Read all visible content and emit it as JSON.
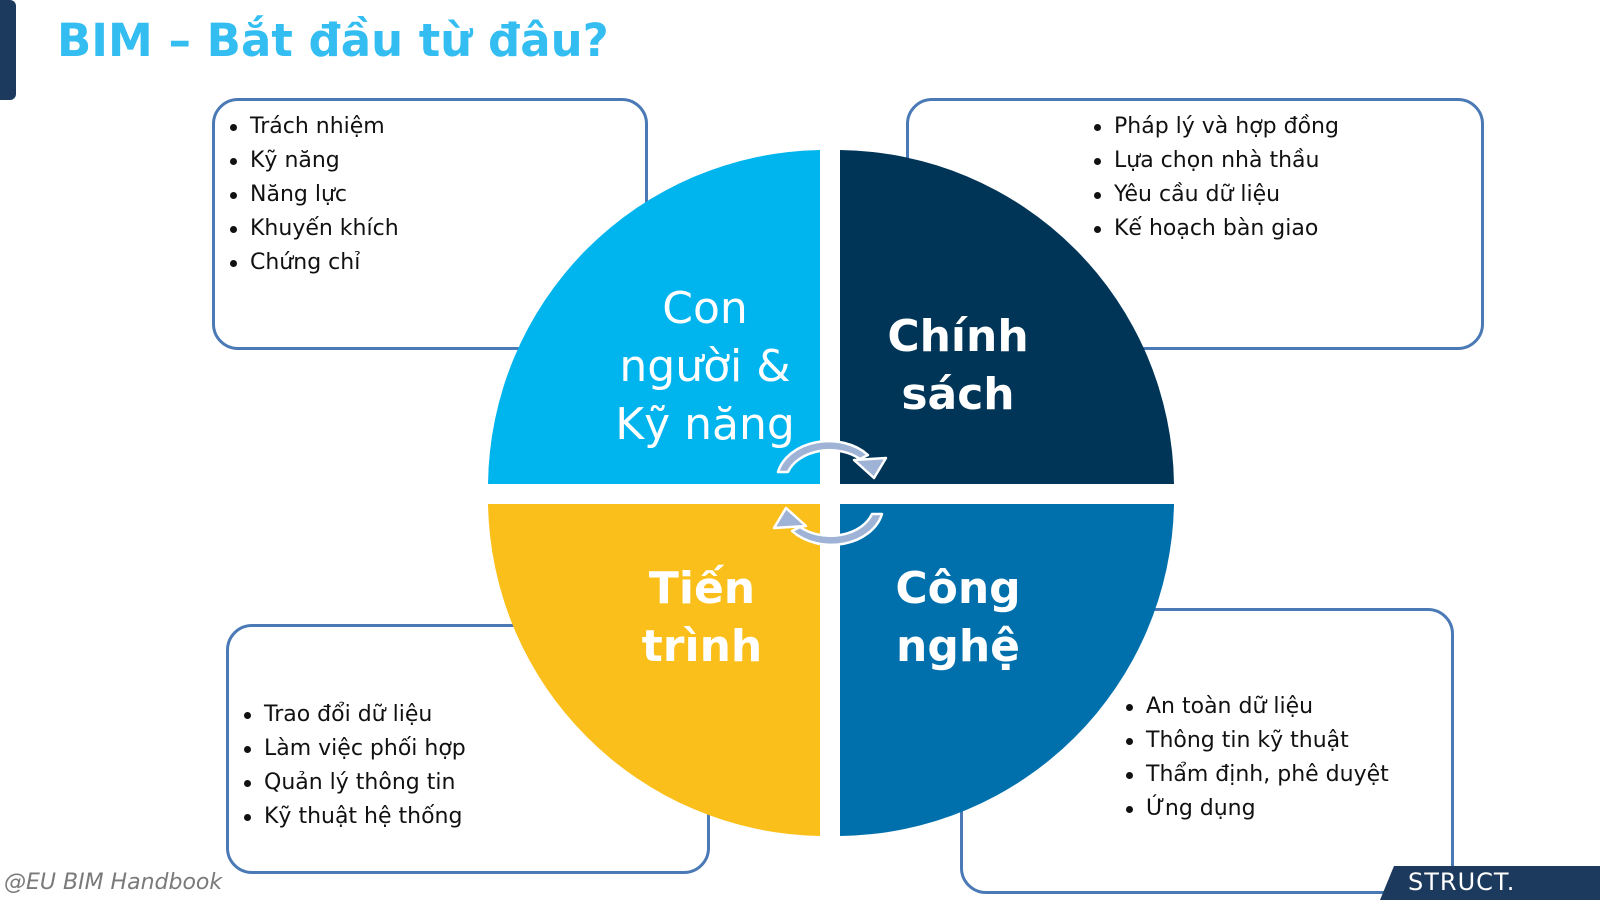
{
  "title": "BIM – Bắt đầu từ đâu?",
  "quadrants": {
    "people": {
      "label": "Con\nngười &\nKỹ năng",
      "color": "#00b4ee"
    },
    "policy": {
      "label": "Chính\nsách",
      "color": "#003557"
    },
    "process": {
      "label": "Tiến\ntrình",
      "color": "#fbbf1c"
    },
    "technology": {
      "label": "Công\nnghệ",
      "color": "#0070ad"
    }
  },
  "boxes": {
    "people": [
      "Trách nhiệm",
      "Kỹ năng",
      "Năng lực",
      "Khuyến khích",
      "Chứng chỉ"
    ],
    "policy": [
      "Pháp lý và hợp đồng",
      "Lựa chọn nhà thầu",
      "Yêu cầu dữ liệu",
      "Kế hoạch bàn giao"
    ],
    "process": [
      "Trao đổi dữ liệu",
      "Làm việc phối hợp",
      "Quản lý thông tin",
      "Kỹ thuật hệ thống"
    ],
    "technology": [
      "An toàn dữ liệu",
      "Thông tin kỹ thuật",
      "Thẩm định, phê duyệt",
      "Ứng dụng"
    ]
  },
  "colors": {
    "title": "#33bdf0",
    "box_border": "#4a79b5",
    "arrows": "#9fb3d6"
  },
  "icons": [
    "rotate-arrow-icon",
    "bullet-icon"
  ],
  "footer": {
    "source": "@EU BIM Handbook",
    "logo": "STRUCT."
  }
}
